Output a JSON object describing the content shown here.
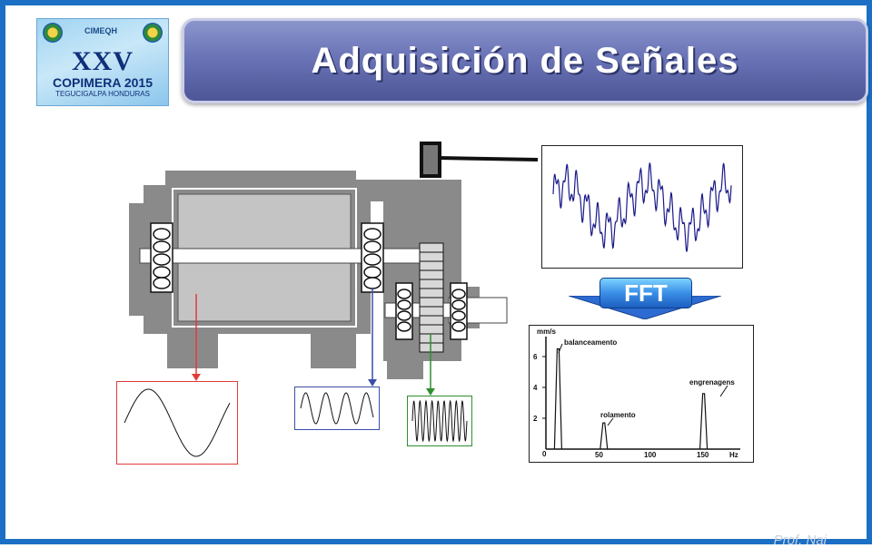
{
  "logo": {
    "brand": "CIMEQH",
    "edition": "XXV",
    "event": "COPIMERA 2015",
    "city": "TEGUCIGALPA HONDURAS"
  },
  "title": "Adquisición de Señales",
  "fft_label": "FFT",
  "spectrum": {
    "unit_y": "mm/s",
    "unit_x": "Hz",
    "y_ticks": [
      "6",
      "4",
      "2"
    ],
    "x_ticks": [
      "0",
      "50",
      "100",
      "150"
    ],
    "peaks": [
      {
        "label": "balanceamento",
        "hz": 12,
        "mm_s": 6.5
      },
      {
        "label": "rolamento",
        "hz": 57,
        "mm_s": 1.7
      },
      {
        "label": "engrenagens",
        "hz": 155,
        "mm_s": 3.6
      }
    ]
  },
  "footer": "Prof. Nai",
  "colors": {
    "frame": "#1b6fc4",
    "title_bg": "#6a74b6",
    "machine": "#8a8a8a",
    "red": "#e23b3b",
    "blue": "#3b4ea8",
    "green": "#2f8f2f"
  }
}
